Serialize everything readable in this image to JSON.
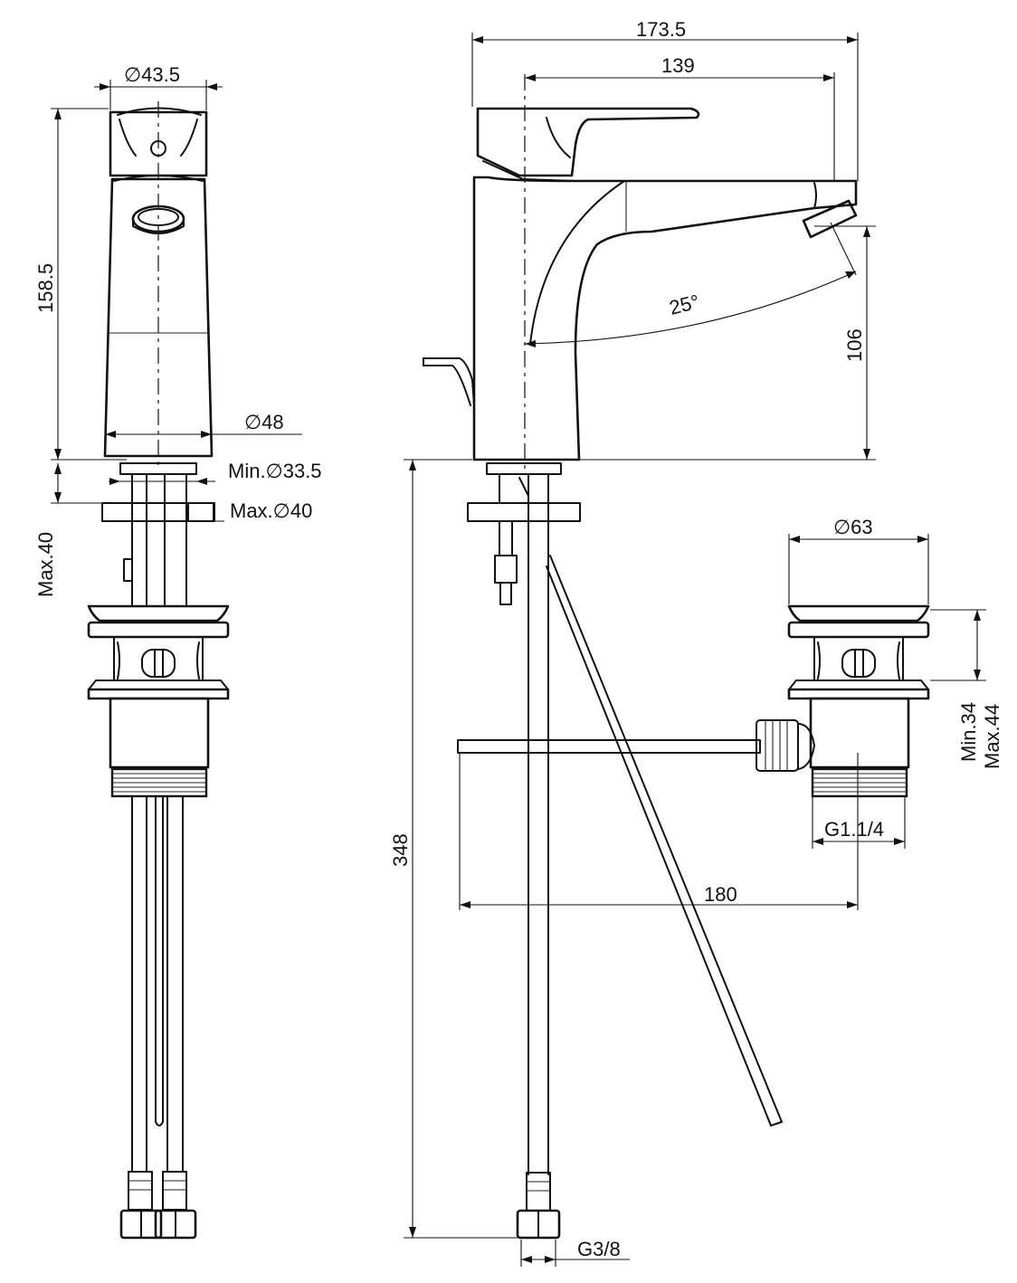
{
  "dimensions": {
    "top_diameter": "∅43.5",
    "height_body": "158.5",
    "base_diameter": "∅48",
    "min_hole": "Min.∅33.5",
    "max_hole": "Max.∅40",
    "max_thickness": "Max.40",
    "overall_width": "173.5",
    "spout_reach": "139",
    "swivel_angle": "25°",
    "spout_height": "106",
    "waste_diameter": "∅63",
    "waste_min": "Min.34",
    "waste_max": "Max.44",
    "waste_thread": "G1.1/4",
    "rod_length": "180",
    "hose_length": "348",
    "hose_thread": "G3/8"
  }
}
